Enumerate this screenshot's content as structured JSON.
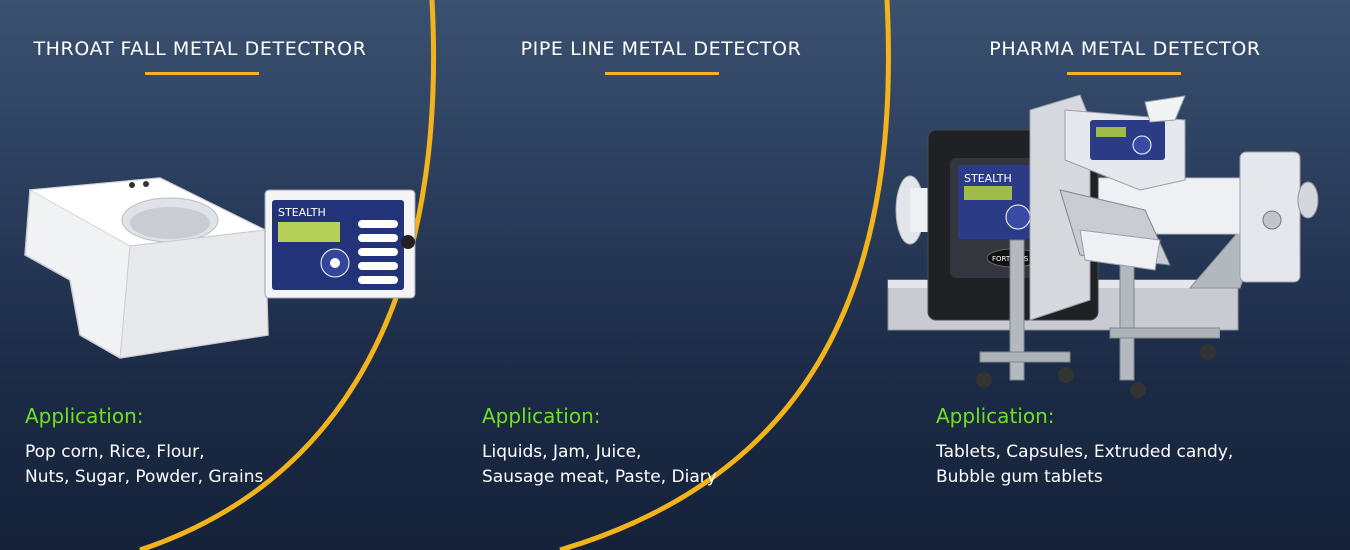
{
  "panels": [
    {
      "title": "THROAT FALL METAL DETECTROR",
      "application_label": "Application:",
      "desc_line1": "Pop corn, Rice, Flour,",
      "desc_line2": "Nuts, Sugar, Powder, Grains",
      "product_icon": "throat-fall-metal-detector-image"
    },
    {
      "title": "PIPE LINE METAL DETECTOR",
      "application_label": "Application:",
      "desc_line1": "Liquids, Jam, Juice,",
      "desc_line2": "Sausage meat, Paste, Diary",
      "product_icon": "pipe-line-metal-detector-image"
    },
    {
      "title": "PHARMA METAL DETECTOR",
      "application_label": "Application:",
      "desc_line1": "Tablets, Capsules, Extruded candy,",
      "desc_line2": "Bubble gum tablets",
      "product_icon": "pharma-metal-detector-image"
    }
  ],
  "colors": {
    "accent": "#f2b31b",
    "application_label": "#6fe021",
    "background_top": "#3b5170",
    "background_bottom": "#15223a"
  }
}
